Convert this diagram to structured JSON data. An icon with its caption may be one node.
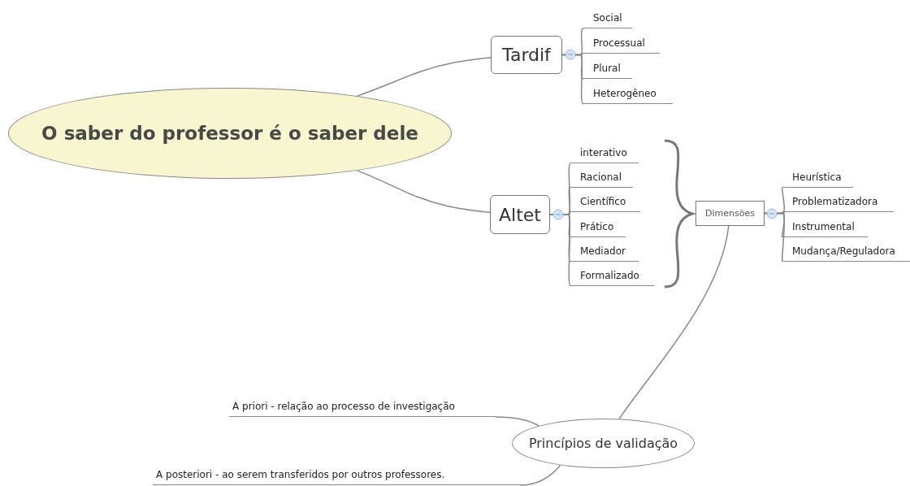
{
  "diagram": {
    "nodes": [
      {
        "text": [
          "O saber do professor é o saber dele"
        ]
      },
      {
        "text": [
          "Tardif"
        ]
      },
      {
        "text": [
          "Social"
        ]
      },
      {
        "text": [
          "Processual"
        ]
      },
      {
        "text": [
          "Plural"
        ]
      },
      {
        "text": [
          "Heterogêneo"
        ]
      },
      {
        "text": [
          "Altet"
        ]
      },
      {
        "text": [
          "interativo"
        ]
      },
      {
        "text": [
          "Racional"
        ]
      },
      {
        "text": [
          "Científico"
        ]
      },
      {
        "text": [
          "Prático"
        ]
      },
      {
        "text": [
          "Mediador"
        ]
      },
      {
        "text": [
          "Formalizado"
        ]
      },
      {
        "text": [
          "Dimensões"
        ]
      },
      {
        "text": [
          "Heurística"
        ]
      },
      {
        "text": [
          "Problematizadora"
        ]
      },
      {
        "text": [
          "Instrumental"
        ]
      },
      {
        "text": [
          "Mudança/Reguladora"
        ]
      },
      {
        "text": [
          "Princípios de validação"
        ]
      },
      {
        "text": [
          "A priori - relação ao processo de investigação"
        ]
      },
      {
        "text": [
          "A posteriori - ao serem transferidos por outros professores."
        ]
      }
    ],
    "edges": [
      {
        "from": 0,
        "to": 1,
        "arrow": "none"
      },
      {
        "from": 0,
        "to": 6,
        "arrow": "none"
      },
      {
        "from": 1,
        "to": 2,
        "arrow": "none"
      },
      {
        "from": 1,
        "to": 3,
        "arrow": "none"
      },
      {
        "from": 1,
        "to": 4,
        "arrow": "none"
      },
      {
        "from": 1,
        "to": 5,
        "arrow": "none"
      },
      {
        "from": 6,
        "to": 7,
        "arrow": "none"
      },
      {
        "from": 6,
        "to": 8,
        "arrow": "none"
      },
      {
        "from": 6,
        "to": 9,
        "arrow": "none"
      },
      {
        "from": 6,
        "to": 10,
        "arrow": "none"
      },
      {
        "from": 6,
        "to": 11,
        "arrow": "none"
      },
      {
        "from": 6,
        "to": 12,
        "arrow": "none"
      },
      {
        "from": 13,
        "to": 14,
        "arrow": "none"
      },
      {
        "from": 13,
        "to": 15,
        "arrow": "none"
      },
      {
        "from": 13,
        "to": 16,
        "arrow": "none"
      },
      {
        "from": 13,
        "to": 17,
        "arrow": "none"
      },
      {
        "from": 13,
        "to": 18,
        "arrow": "none"
      },
      {
        "from": 18,
        "to": 19,
        "arrow": "none"
      },
      {
        "from": 18,
        "to": 20,
        "arrow": "none"
      }
    ]
  }
}
